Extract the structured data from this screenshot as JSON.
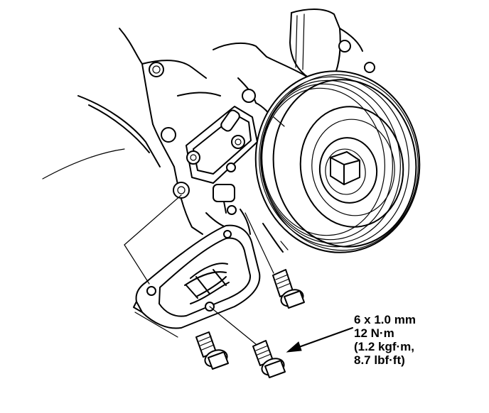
{
  "spec": {
    "bolt_size": "6 x 1.0 mm",
    "torque_nm": "12 N·m",
    "torque_kgfm": "(1.2 kgf·m,",
    "torque_lbfft": "8.7 lbf·ft)"
  },
  "colors": {
    "ink": "#000000",
    "background": "#ffffff"
  },
  "icons": [
    "engine-block-illustration",
    "crankshaft-pulley-illustration",
    "cover-plate-illustration",
    "flange-bolt-illustration"
  ]
}
